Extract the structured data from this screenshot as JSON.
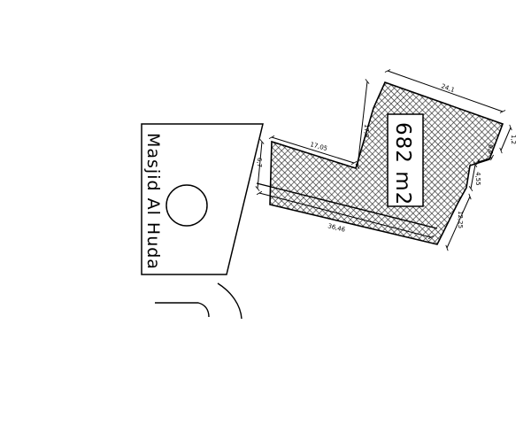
{
  "plot": {
    "area_label": "682 m2",
    "hatch_pattern": "crosshatch",
    "dimensions": {
      "top": "24,1",
      "upper_left_short": "17,8",
      "left_step": "17,05",
      "left_end": "6,7",
      "bottom": "36,46",
      "right_lower": "12,25",
      "right_mid": "4,55",
      "right_small": "6,6",
      "right_top": "1,2"
    }
  },
  "neighbor": {
    "name": "Masjid Al Huda",
    "symbol": "circle-dome-icon"
  },
  "colors": {
    "line": "#000000",
    "hatch": "#333333",
    "background": "#ffffff"
  }
}
